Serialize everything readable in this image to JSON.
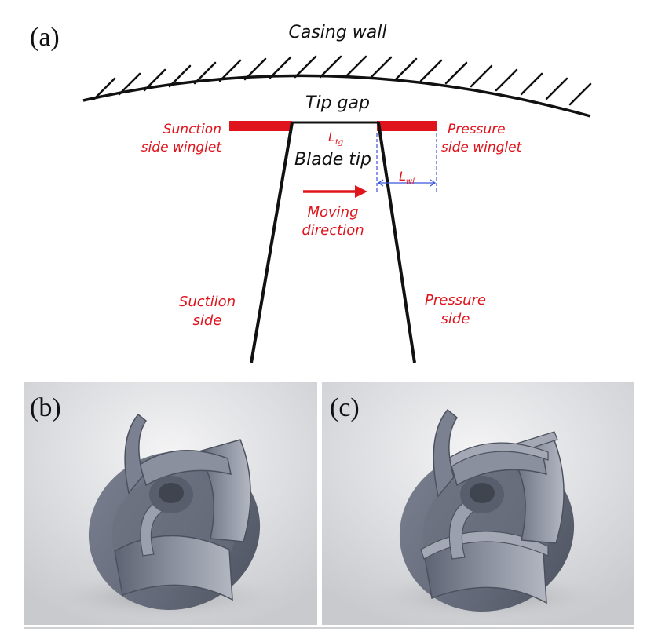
{
  "panels": {
    "a": "(a)",
    "b": "(b)",
    "c": "(c)"
  },
  "labels": {
    "casing_wall": "Casing wall",
    "tip_gap": "Tip gap",
    "ltg_main": "L",
    "ltg_sub": "tg",
    "blade_tip": "Blade tip",
    "lwl_main": "L",
    "lwl_sub": "wl",
    "suction_winglet_1": "Sunction",
    "suction_winglet_2": "side winglet",
    "pressure_winglet_1": "Pressure",
    "pressure_winglet_2": "side winglet",
    "moving_1": "Moving",
    "moving_2": "direction",
    "suction_side_1": "Suctiion",
    "suction_side_2": "side",
    "pressure_side_1": "Pressure",
    "pressure_side_2": "side"
  },
  "colors": {
    "red": "#e0141c",
    "blue": "#3b55d9",
    "black": "#111111",
    "impeller": "#6f7584"
  }
}
